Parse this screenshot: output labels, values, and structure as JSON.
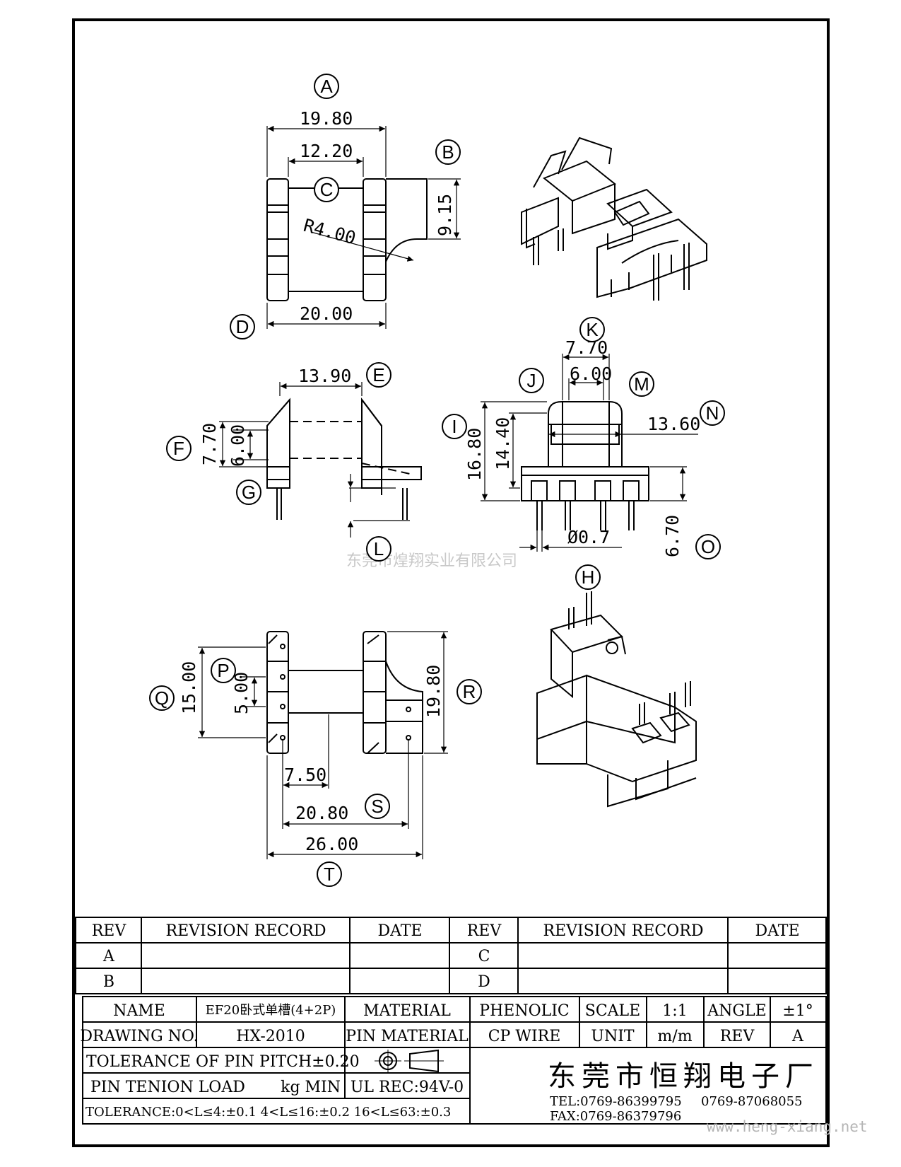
{
  "drawing": {
    "dimensions": {
      "d_19_80_top": "19.80",
      "d_12_20": "12.20",
      "d_9_15": "9.15",
      "d_r4_00": "R4.00",
      "d_20_00": "20.00",
      "d_13_90": "13.90",
      "d_7_70_left": "7.70",
      "d_6_00_left": "6.00",
      "d_7_70_mid": "7.70",
      "d_6_00_mid": "6.00",
      "d_13_60": "13.60",
      "d_16_80": "16.80",
      "d_14_40": "14.40",
      "d_6_70": "6.70",
      "d_phi_0_7": "Ø0.7",
      "d_15_00": "15.00",
      "d_5_00": "5.00",
      "d_19_80_right": "19.80",
      "d_7_50": "7.50",
      "d_20_80": "20.80",
      "d_26_00": "26.00"
    },
    "callouts": [
      "A",
      "B",
      "C",
      "D",
      "E",
      "F",
      "G",
      "H",
      "I",
      "J",
      "K",
      "L",
      "M",
      "N",
      "O",
      "P",
      "Q",
      "R",
      "S",
      "T"
    ],
    "watermark": "东莞市煌翔实业有限公司"
  },
  "revision_table": {
    "headers": [
      "REV",
      "REVISION RECORD",
      "DATE",
      "REV",
      "REVISION RECORD",
      "DATE"
    ],
    "rows": [
      [
        "A",
        "",
        "",
        "C",
        "",
        ""
      ],
      [
        "B",
        "",
        "",
        "D",
        "",
        ""
      ]
    ]
  },
  "title_block": {
    "name_label": "NAME",
    "name_value": "EF20卧式单槽(4+2P)",
    "material_label": "MATERIAL",
    "material_value": "PHENOLIC",
    "scale_label": "SCALE",
    "scale_value": "1:1",
    "angle_label": "ANGLE",
    "angle_value": "±1°",
    "drawing_no_label": "DRAWING NO.",
    "drawing_no_value": "HX-2010",
    "pin_material_label": "PIN MATERIAL",
    "pin_material_value": "CP WIRE",
    "unit_label": "UNIT",
    "unit_value": "m/m",
    "rev_label": "REV",
    "rev_value": "A",
    "tolerance_pitch": "TOLERANCE OF PIN PITCH±0.20",
    "pin_tenion_label": "PIN TENION LOAD",
    "pin_tenion_unit": "kg MIN",
    "ul_rec": "UL REC:94V-0",
    "tolerance_general": "TOLERANCE:0<L≤4:±0.1  4<L≤16:±0.2  16<L≤63:±0.3",
    "company": "东莞市恒翔电子厂",
    "tel": "TEL:0769-86399795",
    "tel2": "0769-87068055",
    "fax": "FAX:0769-86379796",
    "url": "www.heng-xiang.net"
  }
}
